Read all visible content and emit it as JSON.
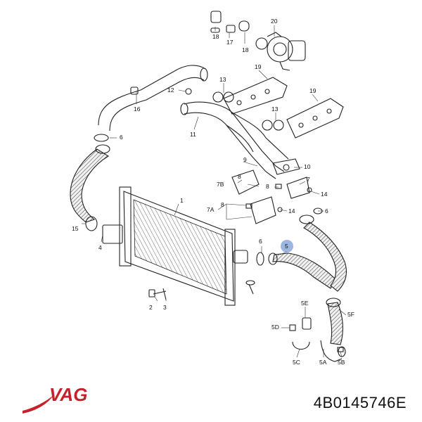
{
  "callouts": {
    "c20": "20",
    "c18a": "18",
    "c17": "17",
    "c18b": "18",
    "c19a": "19",
    "c19b": "19",
    "c13a": "13",
    "c12": "12",
    "c13b": "13",
    "c16": "16",
    "c11": "11",
    "c6a": "6",
    "c9": "9",
    "c10": "10",
    "c8a": "8",
    "c7b": "7B",
    "c7": "7",
    "c8b": "8",
    "c14a": "14",
    "c7a": "7A",
    "c8c": "8",
    "c14b": "14",
    "c6b": "6",
    "c1": "1",
    "c15": "15",
    "c4": "4",
    "c5": "5",
    "c6c": "6",
    "c2": "2",
    "c3": "3",
    "c5e": "5E",
    "c5d": "5D",
    "c5f": "5F",
    "c5c": "5C",
    "c5a": "5A",
    "c5b": "5B"
  },
  "brand": {
    "logo_text": "VAG",
    "logo_color": "#c8202a"
  },
  "part_number": "4B0145746E",
  "highlight": {
    "item": "5",
    "color": "#4a78c8"
  }
}
